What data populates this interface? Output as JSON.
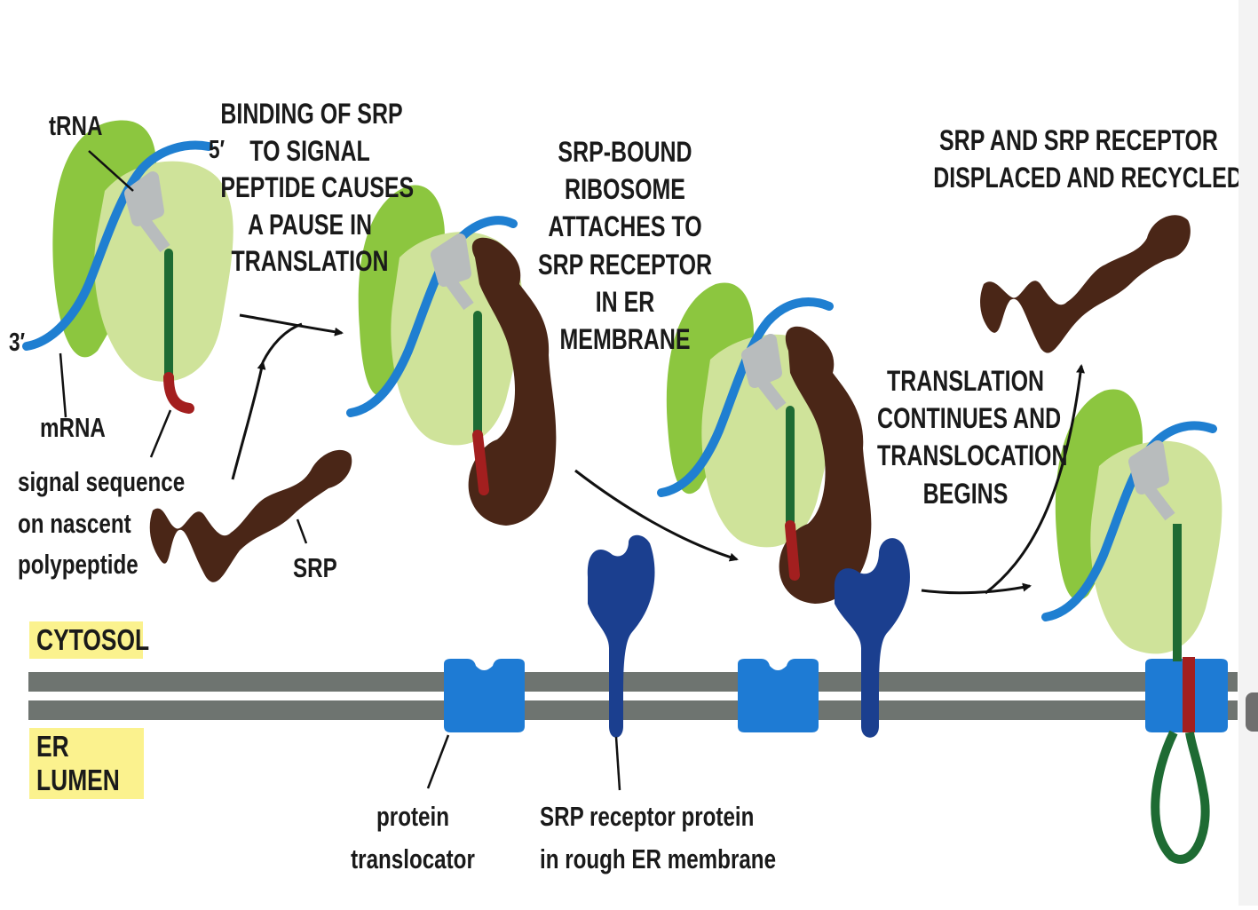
{
  "step_labels": {
    "binding": "BINDING OF SRP\nTO SIGNAL\nPEPTIDE CAUSES\nA PAUSE IN\nTRANSLATION",
    "attaches": "SRP-BOUND\nRIBOSOME\nATTACHES TO\nSRP RECEPTOR\nIN ER\nMEMBRANE",
    "continues": "TRANSLATION\nCONTINUES AND\nTRANSLOCATION\nBEGINS",
    "recycled": "SRP AND SRP RECEPTOR\nDISPLACED AND RECYCLED"
  },
  "part_labels": {
    "trna": "tRNA",
    "five_prime": "5′",
    "three_prime": "3′",
    "mrna": "mRNA",
    "signal_sequence": "signal sequence\non nascent\npolypeptide",
    "srp": "SRP",
    "protein_translocator": "protein\ntranslocator",
    "srp_receptor": "SRP receptor protein\nin rough ER membrane"
  },
  "compartments": {
    "cytosol": "CYTOSOL",
    "er_lumen": "ER LUMEN"
  },
  "colors": {
    "ribosome_large": "#8cc63f",
    "ribosome_small": "#cfe39a",
    "mrna": "#1f7fd1",
    "trna": "#b8bcbd",
    "polypeptide": "#1e6b33",
    "signal_sequence": "#a31f1f",
    "srp": "#4a2617",
    "receptor": "#1b3f8f",
    "translocator": "#1e7bd4",
    "membrane": "#6e7470",
    "compartment_label_bg": "#fbf28e"
  }
}
